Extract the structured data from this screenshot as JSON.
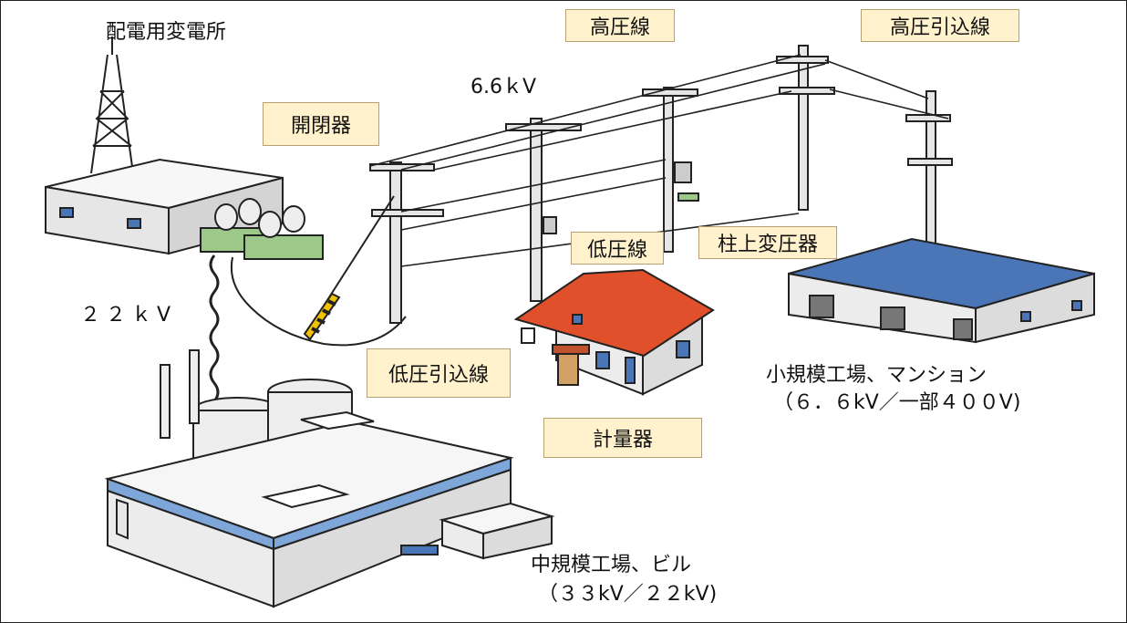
{
  "labels": {
    "substation": "配電用変電所",
    "high_voltage_line": "高圧線",
    "high_voltage_service": "高圧引込線",
    "voltage_6_6": "6.6ｋV",
    "switch": "開閉器",
    "low_voltage_line": "低圧線",
    "pole_transformer": "柱上変圧器",
    "voltage_22": "２２ｋV",
    "low_voltage_service": "低圧引込線",
    "meter": "計量器",
    "small_factory_line1": "小規模工場、マンション",
    "small_factory_line2": "（６．６kV／一部４００V)",
    "medium_factory_line1": "中規模工場、ビル",
    "medium_factory_line2": "（３３kV／２２kV)"
  },
  "colors": {
    "callout_fill": "#fff2cc",
    "callout_border": "#b8a070",
    "roof_orange": "#e0502a",
    "solar_blue": "#4a76b8",
    "transformer_green": "#9cc98a",
    "building_stripe": "#7fa6d9",
    "wall": "#eeeeee",
    "line": "#222222"
  }
}
